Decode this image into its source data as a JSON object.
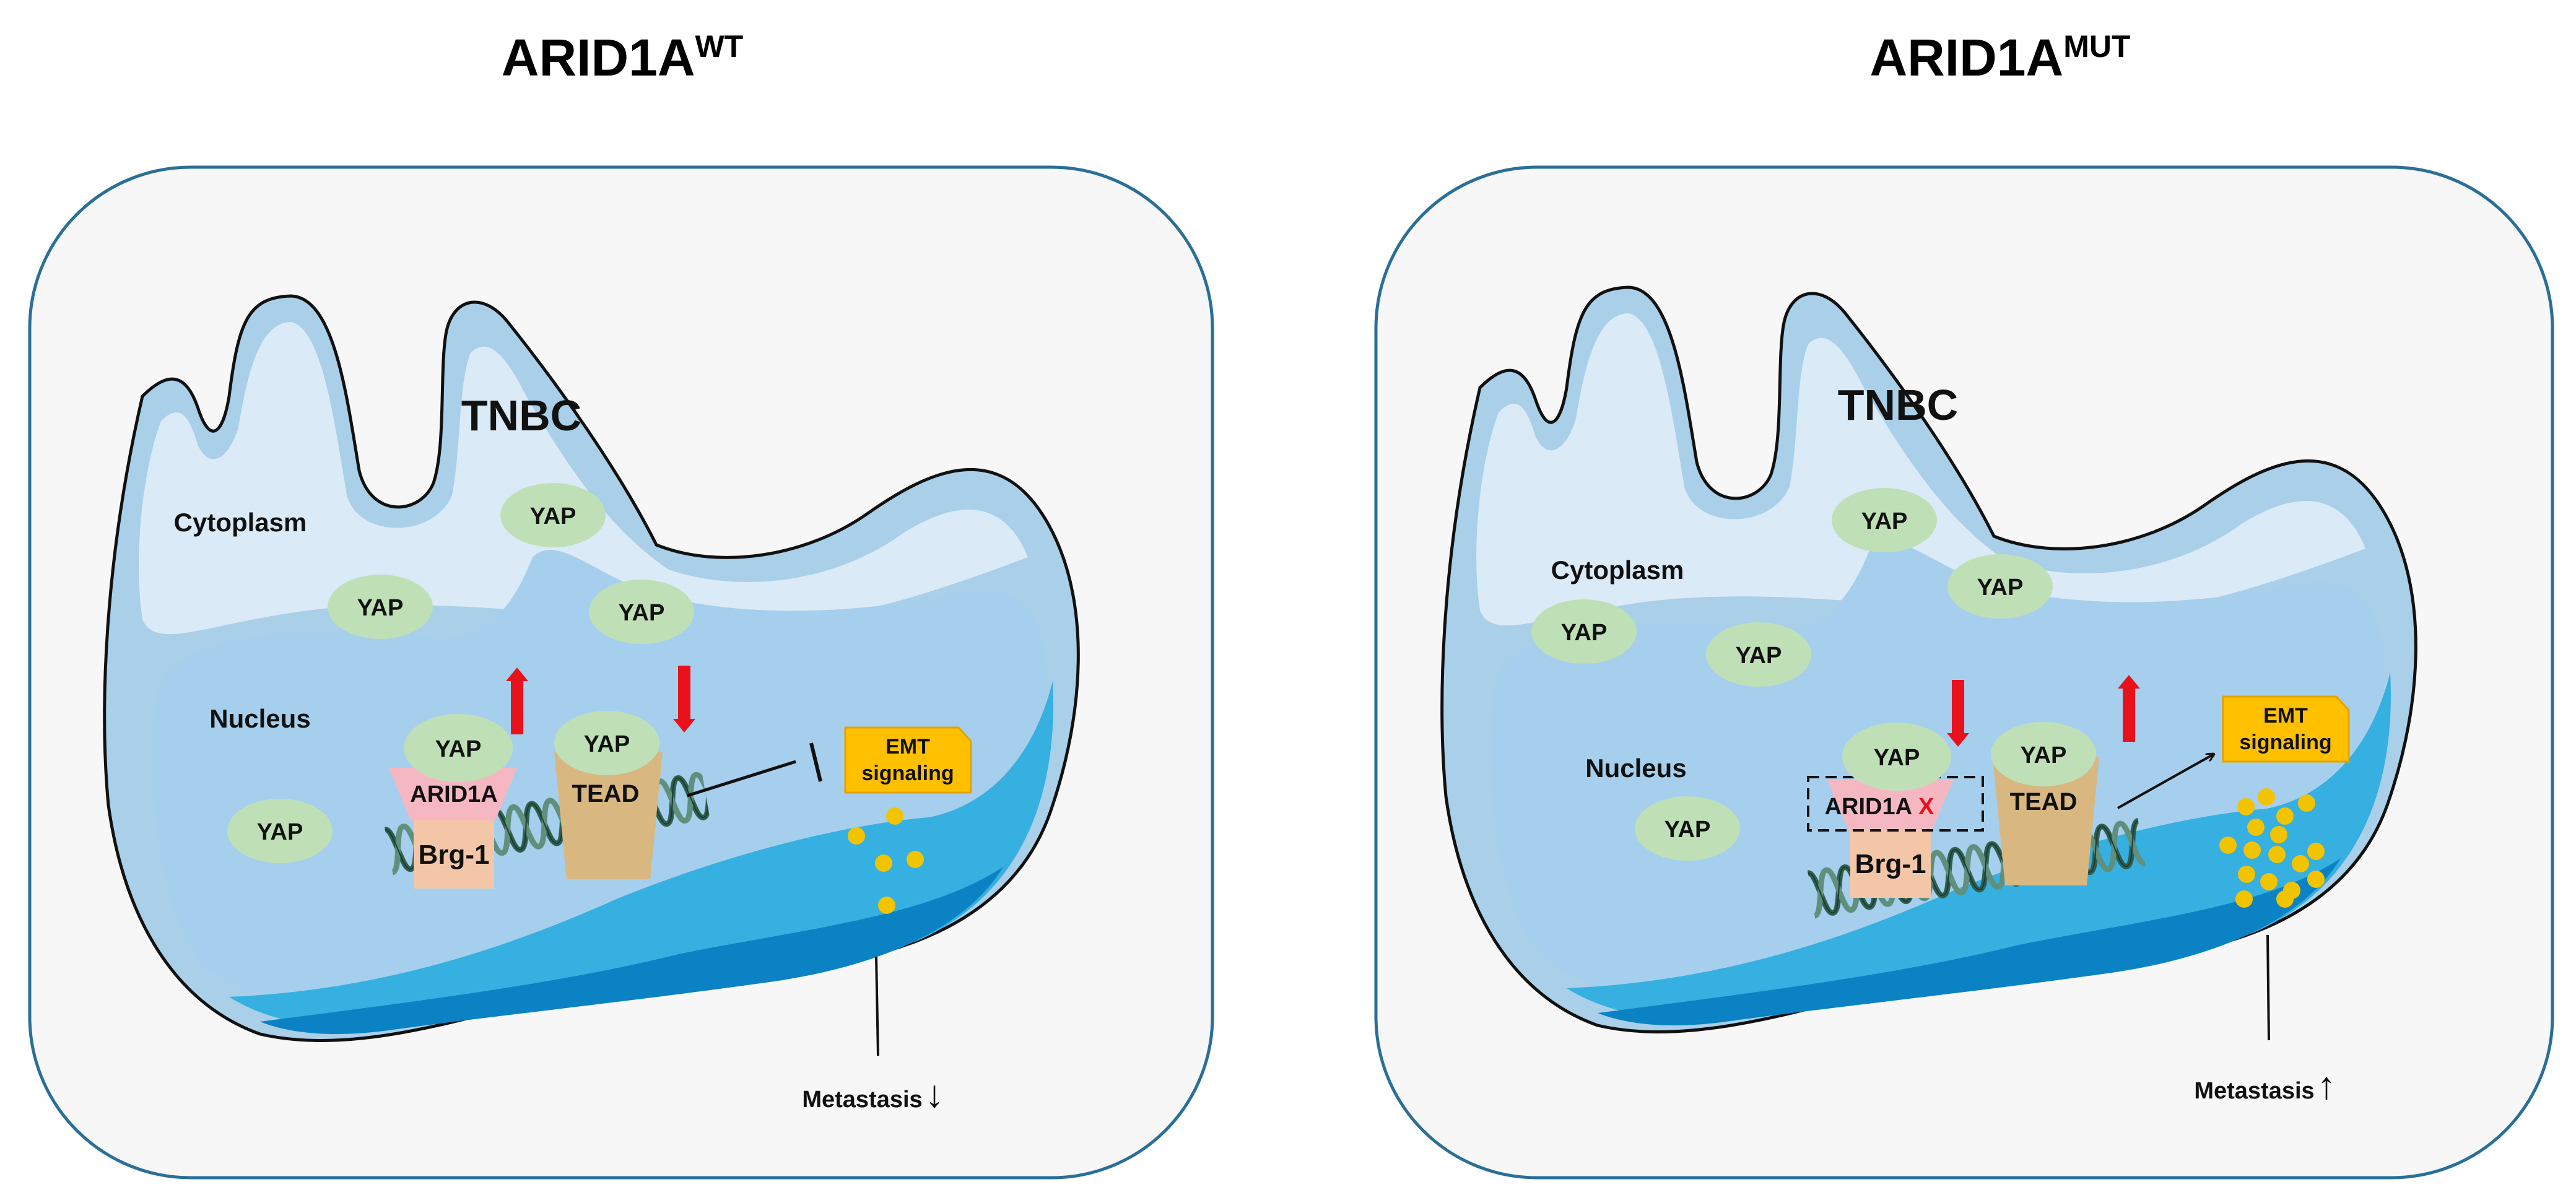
{
  "panels": [
    {
      "title_main": "ARID1A",
      "title_sup": "WT",
      "cell_label": "TNBC",
      "cytoplasm_label": "Cytoplasm",
      "nucleus_label": "Nucleus",
      "yap": "YAP",
      "arid1a": "ARID1A",
      "brg1": "Brg-1",
      "tead": "TEAD",
      "emt_line1": "EMT",
      "emt_line2": "signaling",
      "metastasis": "Metastasis",
      "metastasis_arrow": "↓",
      "arid1a_mark": ""
    },
    {
      "title_main": "ARID1A",
      "title_sup": "MUT",
      "cell_label": "TNBC",
      "cytoplasm_label": "Cytoplasm",
      "nucleus_label": "Nucleus",
      "yap": "YAP",
      "arid1a": "ARID1A",
      "brg1": "Brg-1",
      "tead": "TEAD",
      "emt_line1": "EMT",
      "emt_line2": "signaling",
      "metastasis": "Metastasis",
      "metastasis_arrow": "↑",
      "arid1a_mark": "X"
    }
  ],
  "colors": {
    "panel_bg": "#f7f7f7",
    "panel_border": "#2a6f97",
    "cell_outer": "#a9cfe9",
    "cell_inner": "#daeaf7",
    "nucleus_fill": "#a6cfed",
    "wave_dark": "#0a82c4",
    "wave_light": "#35b0e0",
    "yap_fill": "#bfe0b6",
    "arid1a_fill": "#f5b8c2",
    "brg1_fill": "#f4c6a8",
    "tead_fill": "#d8b781",
    "emt_fill": "#ffc000",
    "dot_fill": "#f2c400",
    "red_arrow": "#e8121c",
    "mut_mark": "#e8121c",
    "dna_strand": "#2f5d4e"
  }
}
